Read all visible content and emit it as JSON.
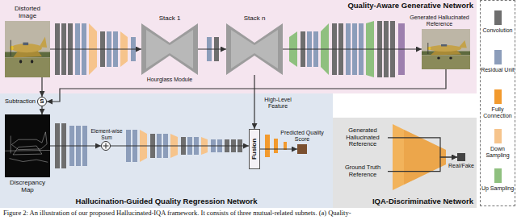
{
  "diagram": {
    "caption": "Figure 2: An illustration of our proposed Hallucinated-IQA framework. It consists of three mutual-related subnets. (a) Quality-",
    "nodes": [
      {
        "text": [
          "Quality-Aware Generative Network"
        ]
      },
      {
        "text": [
          "Distorted Image"
        ],
        "in": 0
      },
      {
        "text": [
          "Stack 1"
        ],
        "in": 0
      },
      {
        "text": [
          "Stack n"
        ],
        "in": 0
      },
      {
        "text": [
          "Generated Hallucinated Reference"
        ],
        "in": 0
      },
      {
        "text": [
          "Hallucination-Guided Quality Regression Network"
        ]
      },
      {
        "text": [
          "S",
          "Subtraction"
        ],
        "in": 5
      },
      {
        "text": [
          "Discrepancy Map"
        ],
        "in": 5
      },
      {
        "text": [
          "Element-wise Sum"
        ],
        "in": 5
      },
      {
        "text": [
          "Fusion"
        ],
        "in": 5
      },
      {
        "text": [
          "Predicted Quality Score"
        ],
        "in": 5
      },
      {
        "text": [
          "IQA-Discriminative Network"
        ]
      },
      {
        "text": [
          "Generated Hallucinated Reference"
        ],
        "in": 11
      },
      {
        "text": [
          "Ground Truth Reference"
        ],
        "in": 11
      },
      {
        "text": [
          "Real/Fake"
        ],
        "in": 11
      }
    ],
    "edges": [
      {
        "from": 1,
        "to": 2,
        "arrow": "to"
      },
      {
        "from": 2,
        "to": 3,
        "arrow": "to"
      },
      {
        "from": 3,
        "to": 4,
        "arrow": "to"
      },
      {
        "from": 1,
        "to": 6,
        "arrow": "to"
      },
      {
        "from": 4,
        "to": 6,
        "arrow": "to"
      },
      {
        "from": 6,
        "to": 7,
        "arrow": "to"
      },
      {
        "from": 7,
        "to": 8,
        "arrow": "to"
      },
      {
        "from": 8,
        "to": 9,
        "arrow": "to"
      },
      {
        "from": 3,
        "to": 9,
        "arrow": "to"
      },
      {
        "from": 9,
        "to": 10,
        "arrow": "to"
      },
      {
        "from": 12,
        "to": 14,
        "arrow": "to"
      },
      {
        "from": 13,
        "to": 14,
        "arrow": "to"
      }
    ],
    "labels": [
      "Hourglass Module",
      "High-Level Feature"
    ],
    "legend": [
      {
        "text": "Convolution",
        "color": "#6e6e6e"
      },
      {
        "text": "Residual Unit",
        "color": "#8c9dba"
      },
      {
        "text": "Fully Connection",
        "color": "#f29a2e"
      },
      {
        "text": "Down Sampling",
        "color": "#f6c48c"
      },
      {
        "text": "Up Sampling",
        "color": "#8fc07f"
      }
    ]
  }
}
